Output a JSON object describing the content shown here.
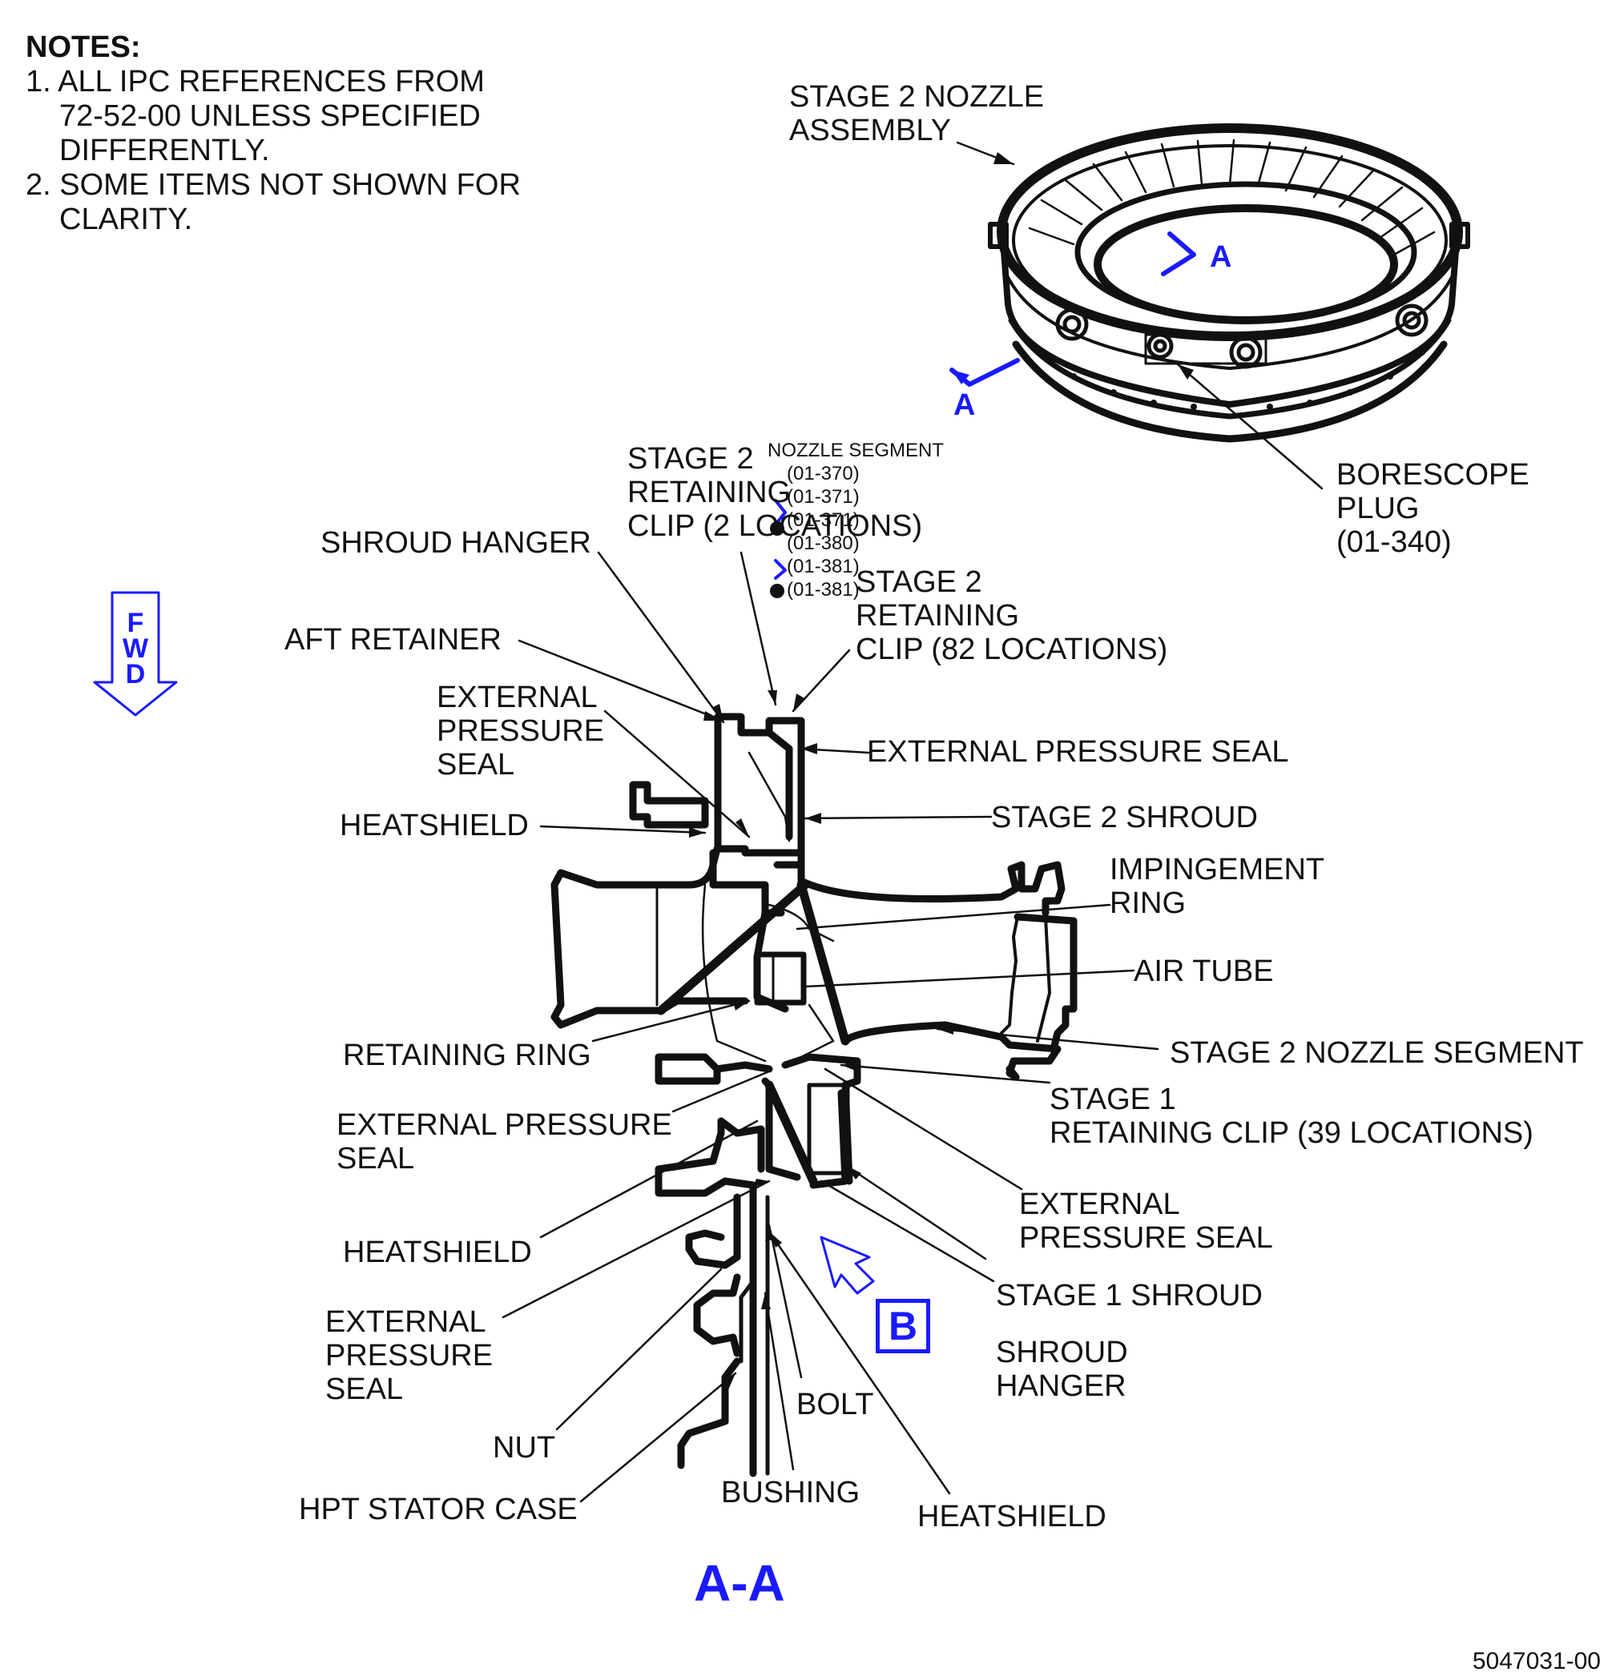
{
  "notes": {
    "title": "NOTES:",
    "lines": [
      "1. ALL IPC REFERENCES FROM",
      "72-52-00 UNLESS SPECIFIED",
      "DIFFERENTLY.",
      "2. SOME ITEMS NOT SHOWN FOR",
      "CLARITY."
    ]
  },
  "labels": {
    "stage2_nozzle_assembly": [
      "STAGE 2 NOZZLE",
      "ASSEMBLY"
    ],
    "borescope_plug": [
      "BORESCOPE",
      "PLUG",
      "(01-340)"
    ],
    "stage2_retaining_clip_2": [
      "STAGE 2",
      "RETAINING",
      "CLIP (2 LOCATIONS)"
    ],
    "nozzle_segment_refs": [
      "NOZZLE SEGMENT",
      "(01-370)",
      "(01-371)",
      "(01-371)",
      "(01-380)",
      "(01-381)",
      "(01-381)"
    ],
    "stage2_retaining_clip_82": [
      "STAGE 2",
      "RETAINING",
      "CLIP (82 LOCATIONS)"
    ],
    "shroud_hanger_top": "SHROUD HANGER",
    "aft_retainer": "AFT RETAINER",
    "external_pressure_seal_left_top": [
      "EXTERNAL",
      "PRESSURE",
      "SEAL"
    ],
    "external_pressure_seal_right_top": "EXTERNAL PRESSURE SEAL",
    "heatshield_top": "HEATSHIELD",
    "stage2_shroud": "STAGE 2 SHROUD",
    "impingement_ring": [
      "IMPINGEMENT",
      "RING"
    ],
    "air_tube": "AIR TUBE",
    "retaining_ring": "RETAINING RING",
    "stage2_nozzle_segment": "STAGE 2 NOZZLE SEGMENT",
    "stage1_retaining_clip": [
      "STAGE 1",
      "RETAINING CLIP (39 LOCATIONS)"
    ],
    "external_pressure_seal_left_mid": [
      "EXTERNAL PRESSURE",
      "SEAL"
    ],
    "external_pressure_seal_right_bottom": [
      "EXTERNAL",
      "PRESSURE SEAL"
    ],
    "heatshield_mid": "HEATSHIELD",
    "stage1_shroud": "STAGE 1 SHROUD",
    "shroud_hanger_bottom": [
      "SHROUD",
      "HANGER"
    ],
    "external_pressure_seal_left_bottom": [
      "EXTERNAL",
      "PRESSURE",
      "SEAL"
    ],
    "bolt": "BOLT",
    "nut": "NUT",
    "bushing": "BUSHING",
    "hpt_stator_case": "HPT STATOR CASE",
    "heatshield_bottom": "HEATSHIELD"
  },
  "section_marks": {
    "a_upper": "A",
    "a_lower": "A",
    "view_b": "B",
    "fwd": [
      "F",
      "W",
      "D"
    ]
  },
  "figure_title": "A-A",
  "document_id": "5047031-00",
  "colors": {
    "ink": "#111111",
    "callout_blue": "#1a1aff"
  }
}
